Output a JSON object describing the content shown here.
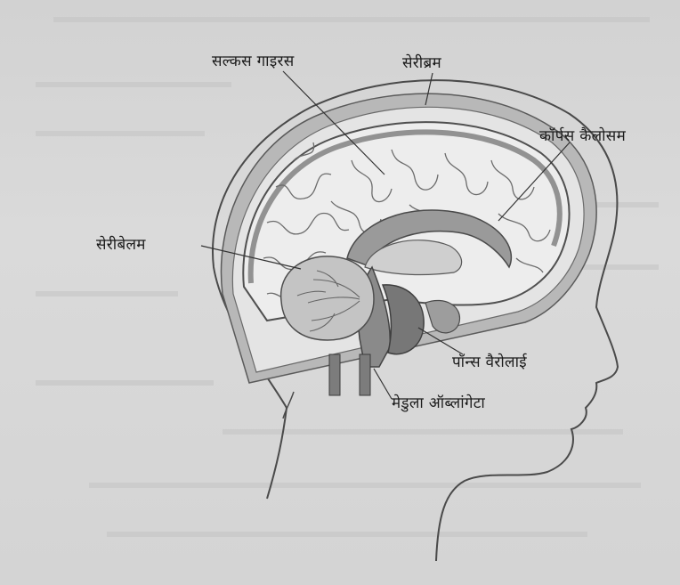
{
  "labels": {
    "sulcus_gyrus": "सल्कस गाइरस",
    "cerebrum": "सेरीब्रम",
    "corpus_callosum": "कॉर्पस कैलोसम",
    "cerebellum": "सेरीबेलम",
    "pons": "पॉन्स वैरोलाई",
    "medulla": "मेडुला ऑब्लांगेटा"
  }
}
